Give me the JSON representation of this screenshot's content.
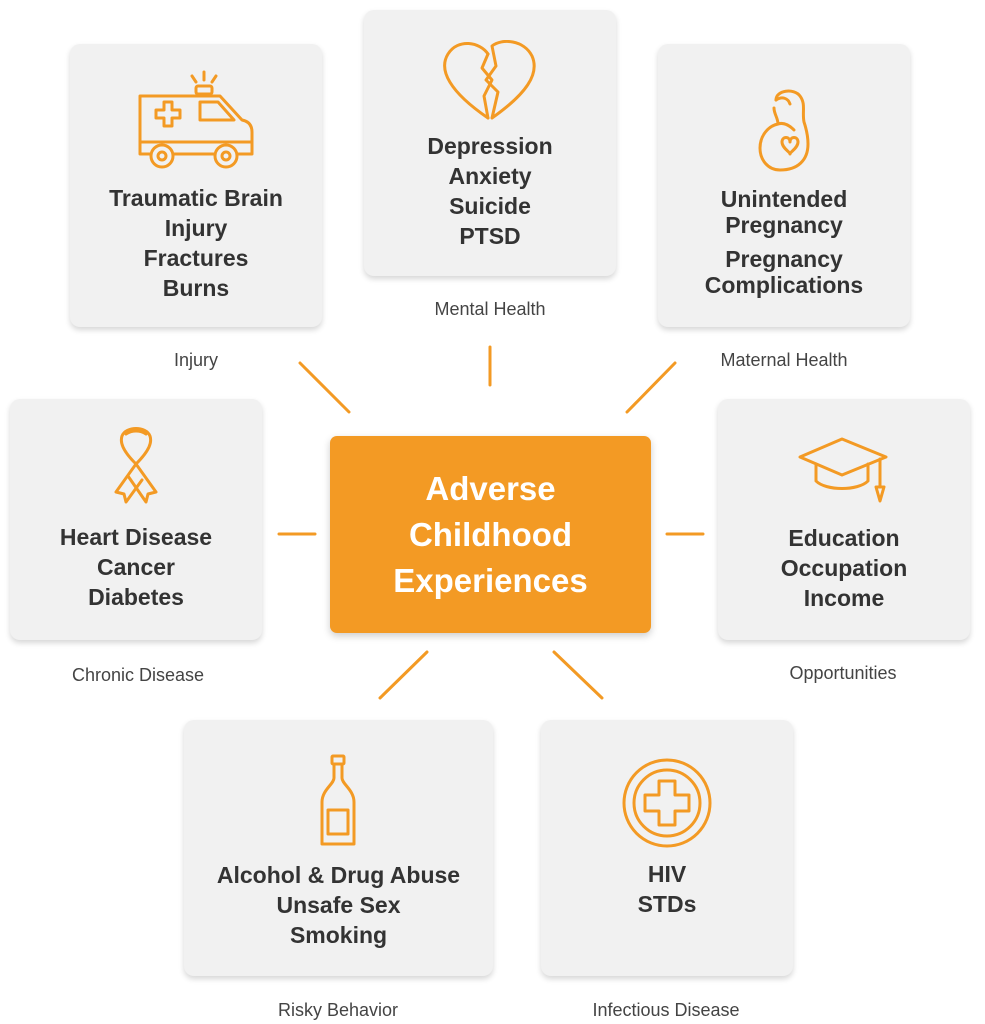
{
  "center": {
    "lines": [
      "Adverse",
      "Childhood",
      "Experiences"
    ]
  },
  "colors": {
    "accent": "#f39a24",
    "card": "#f1f1f1",
    "text": "#333333"
  },
  "categories": [
    {
      "id": "injury",
      "caption": "Injury",
      "icon": "ambulance-icon",
      "lines": [
        "Traumatic Brain",
        "Injury",
        "Fractures",
        "Burns"
      ]
    },
    {
      "id": "mental",
      "caption": "Mental Health",
      "icon": "broken-heart-icon",
      "lines": [
        "Depression",
        "Anxiety",
        "Suicide",
        "PTSD"
      ]
    },
    {
      "id": "maternal",
      "caption": "Maternal Health",
      "icon": "pregnant-woman-icon",
      "lines": [
        "Unintended",
        "Pregnancy"
      ],
      "lines2": [
        "Pregnancy",
        "Complications"
      ]
    },
    {
      "id": "chronic",
      "caption": "Chronic Disease",
      "icon": "awareness-ribbon-icon",
      "lines": [
        "Heart Disease",
        "Cancer",
        "Diabetes"
      ]
    },
    {
      "id": "opportunities",
      "caption": "Opportunities",
      "icon": "graduation-cap-icon",
      "lines": [
        "Education",
        "Occupation",
        "Income"
      ]
    },
    {
      "id": "risky",
      "caption": "Risky Behavior",
      "icon": "bottle-icon",
      "lines": [
        "Alcohol & Drug Abuse",
        "Unsafe Sex",
        "Smoking"
      ]
    },
    {
      "id": "infectious",
      "caption": "Infectious Disease",
      "icon": "medical-cross-icon",
      "lines": [
        "HIV",
        "STDs"
      ]
    }
  ]
}
